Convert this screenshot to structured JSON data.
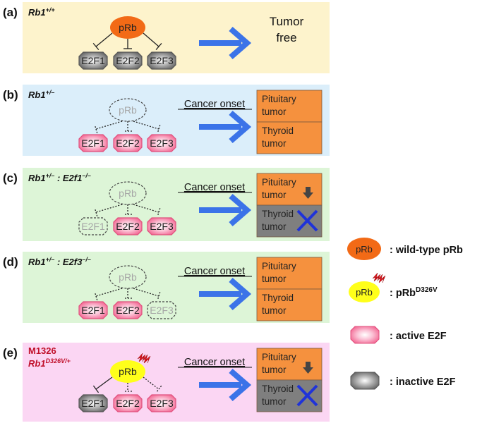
{
  "panels": [
    {
      "label": "(a)",
      "genotype": "Rb1",
      "genotype_sup": "+/+",
      "background": "#fdf3cc",
      "prb": {
        "text": "pRb",
        "type": "wild-type"
      },
      "e2f": [
        {
          "text": "E2F1",
          "state": "inactive"
        },
        {
          "text": "E2F2",
          "state": "inactive"
        },
        {
          "text": "E2F3",
          "state": "inactive"
        }
      ],
      "inhibition": [
        "solid",
        "solid",
        "solid"
      ],
      "outcome_title": "",
      "outcome_text_line1": "Tumor",
      "outcome_text_line2": "free"
    },
    {
      "label": "(b)",
      "genotype": "Rb1",
      "genotype_sup": "+/–",
      "background": "#dbeefa",
      "prb": {
        "text": "pRb",
        "type": "absent"
      },
      "e2f": [
        {
          "text": "E2F1",
          "state": "active"
        },
        {
          "text": "E2F2",
          "state": "active"
        },
        {
          "text": "E2F3",
          "state": "active"
        }
      ],
      "inhibition": [
        "dotted",
        "dotted",
        "dotted"
      ],
      "outcome_title": "Cancer onset",
      "tumors": [
        {
          "line1": "Pituitary",
          "line2": "tumor",
          "status": "normal"
        },
        {
          "line1": "Thyroid",
          "line2": "tumor",
          "status": "normal"
        }
      ]
    },
    {
      "label": "(c)",
      "genotype": "Rb1",
      "genotype_sup": "+/–",
      "genotype_b": " : E2f1",
      "genotype_b_sup": "–/–",
      "background": "#ddf5d7",
      "prb": {
        "text": "pRb",
        "type": "absent"
      },
      "e2f": [
        {
          "text": "E2F1",
          "state": "absent"
        },
        {
          "text": "E2F2",
          "state": "active"
        },
        {
          "text": "E2F3",
          "state": "active"
        }
      ],
      "inhibition": [
        "dotted",
        "dotted",
        "dotted"
      ],
      "outcome_title": "Cancer onset",
      "tumors": [
        {
          "line1": "Pituitary",
          "line2": "tumor",
          "status": "reduced"
        },
        {
          "line1": "Thyroid",
          "line2": "tumor",
          "status": "abolished"
        }
      ]
    },
    {
      "label": "(d)",
      "genotype": "Rb1",
      "genotype_sup": "+/–",
      "genotype_b": " : E2f3",
      "genotype_b_sup": "–/–",
      "background": "#ddf5d7",
      "prb": {
        "text": "pRb",
        "type": "absent"
      },
      "e2f": [
        {
          "text": "E2F1",
          "state": "active"
        },
        {
          "text": "E2F2",
          "state": "active"
        },
        {
          "text": "E2F3",
          "state": "absent"
        }
      ],
      "inhibition": [
        "dotted",
        "dotted",
        "dotted"
      ],
      "outcome_title": "Cancer onset",
      "tumors": [
        {
          "line1": "Pituitary",
          "line2": "tumor",
          "status": "normal"
        },
        {
          "line1": "Thyroid",
          "line2": "tumor",
          "status": "normal"
        }
      ]
    },
    {
      "label": "(e)",
      "strain": "M1326",
      "genotype": "Rb1",
      "genotype_sup": "D326V/+",
      "background": "#fbd6f3",
      "prb": {
        "text": "pRb",
        "type": "D326V"
      },
      "e2f": [
        {
          "text": "E2F1",
          "state": "inactive"
        },
        {
          "text": "E2F2",
          "state": "active"
        },
        {
          "text": "E2F3",
          "state": "active"
        }
      ],
      "inhibition": [
        "solid",
        "dotted",
        "dotted"
      ],
      "outcome_title": "Cancer onset",
      "tumors": [
        {
          "line1": "Pituitary",
          "line2": "tumor",
          "status": "reduced"
        },
        {
          "line1": "Thyroid",
          "line2": "tumor",
          "status": "abolished"
        }
      ]
    }
  ],
  "legend": [
    {
      "symbol": "pRb",
      "kind": "wildtype",
      "text": ": wild-type pRb"
    },
    {
      "symbol": "pRb",
      "kind": "mutant",
      "text": ": pRb",
      "sup": "D326V"
    },
    {
      "symbol": "",
      "kind": "active",
      "text": ": active E2F"
    },
    {
      "symbol": "",
      "kind": "inactive",
      "text": ": inactive E2F"
    }
  ],
  "colors": {
    "wildtype_prb": "#f26a16",
    "mutant_prb": "#ffff1a",
    "active_e2f": "#f56a9a",
    "inactive_e2f": "#707070",
    "tumor_box": "#f5913e",
    "abolished_box": "#7f7f7f",
    "arrow": "#3b73e8",
    "cross": "#1f33d9",
    "strain_text": "#c0102a",
    "absent_text": "#a6a6a6"
  }
}
